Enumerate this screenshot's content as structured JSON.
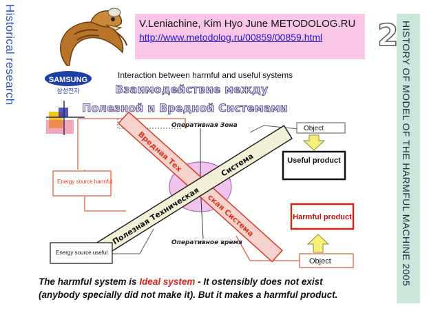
{
  "header": {
    "left_vertical_title": "Historical research",
    "right_vertical_title": "HISTORY OF MODEL OF THE HARMFUL MACHINE 2005",
    "slide_number": "2",
    "author": "V.Leniachine, Kim Hyo June METODOLOG.RU",
    "link": "http://www.metodolog.ru/00859/00859.html"
  },
  "diagram": {
    "company_logo_text": "SAMSUNG",
    "logo_korean": "삼성전자",
    "english_title": "Interaction between harmful and useful systems",
    "russian_title_line1": "Взаимодействие между",
    "russian_title_line2": "Полезной и Вредной Системами",
    "operational_zone": "Оперативная Зона",
    "operational_time": "Оперативное время",
    "harmful_axis_label_a": "Вредная Тех",
    "harmful_axis_label_b": "ская Система",
    "useful_axis_label_a": "Полезная Техническая",
    "useful_axis_label_b": "Система",
    "object_top": "Object",
    "useful_product": "Useful product",
    "harmful_product": "Harmful product",
    "object_bottom": "Object",
    "energy_harmful": "Energy source harmful",
    "energy_useful": "Energy source useful"
  },
  "caption": {
    "part1": "The harmful system is ",
    "highlight": "Ideal system",
    "part2": " - It ostensibly does not exist",
    "line2": "(anybody specially did not make it). But it makes a harmful product."
  },
  "colors": {
    "left_title": "#2f4fc9",
    "author_box": "#f9c6e6",
    "right_band": "#c9e6d9",
    "harmful_red": "#d93a1e",
    "highlight_red": "#e0201a",
    "link_blue": "#1a1adf"
  }
}
